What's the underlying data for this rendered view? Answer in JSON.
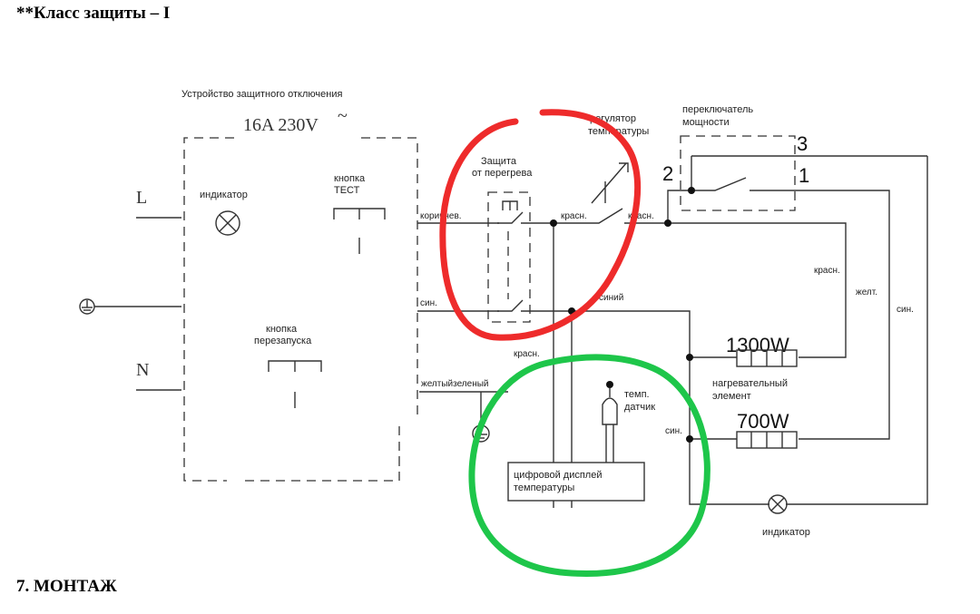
{
  "document": {
    "protection_class": "**Класс защиты – I",
    "section_heading": "7. МОНТАЖ"
  },
  "diagram": {
    "rcd": {
      "title": "Устройство защитного отключения",
      "rating": "16A 230V",
      "rating_symbol": "~",
      "indicator": "индикатор",
      "test_button": [
        "кнопка",
        "ТЕСТ"
      ],
      "reset_button": [
        "кнопка",
        "перезапуска"
      ]
    },
    "terminals": {
      "line": "L",
      "neutral": "N"
    },
    "overheat": [
      "Защита",
      "от перегрева"
    ],
    "thermostat": [
      "регулятор",
      "температуры"
    ],
    "power_switch": {
      "label": [
        "переключатель",
        "мощности"
      ],
      "pos1": "1",
      "pos2": "2",
      "pos3": "3"
    },
    "wires": {
      "brown": "коричнев.",
      "red1": "красн.",
      "red2": "красн.",
      "red3": "красн.",
      "red4": "красн.",
      "blue1": "син.",
      "blue2": "синий",
      "blue3": "син.",
      "blue4": "син.",
      "yellow": "желт.",
      "yellow_green": "желтыйзеленый"
    },
    "heater": {
      "power_high": "1300W",
      "power_low": "700W",
      "label": [
        "нагревательный",
        "элемент"
      ]
    },
    "temp_sensor": [
      "темп.",
      "датчик"
    ],
    "display": [
      "цифровой дисплей",
      "температуры"
    ],
    "indicator_bottom": "индикатор",
    "highlight_colors": {
      "red_circle": "#ee2b2b",
      "green_circle": "#1ec64a"
    }
  }
}
